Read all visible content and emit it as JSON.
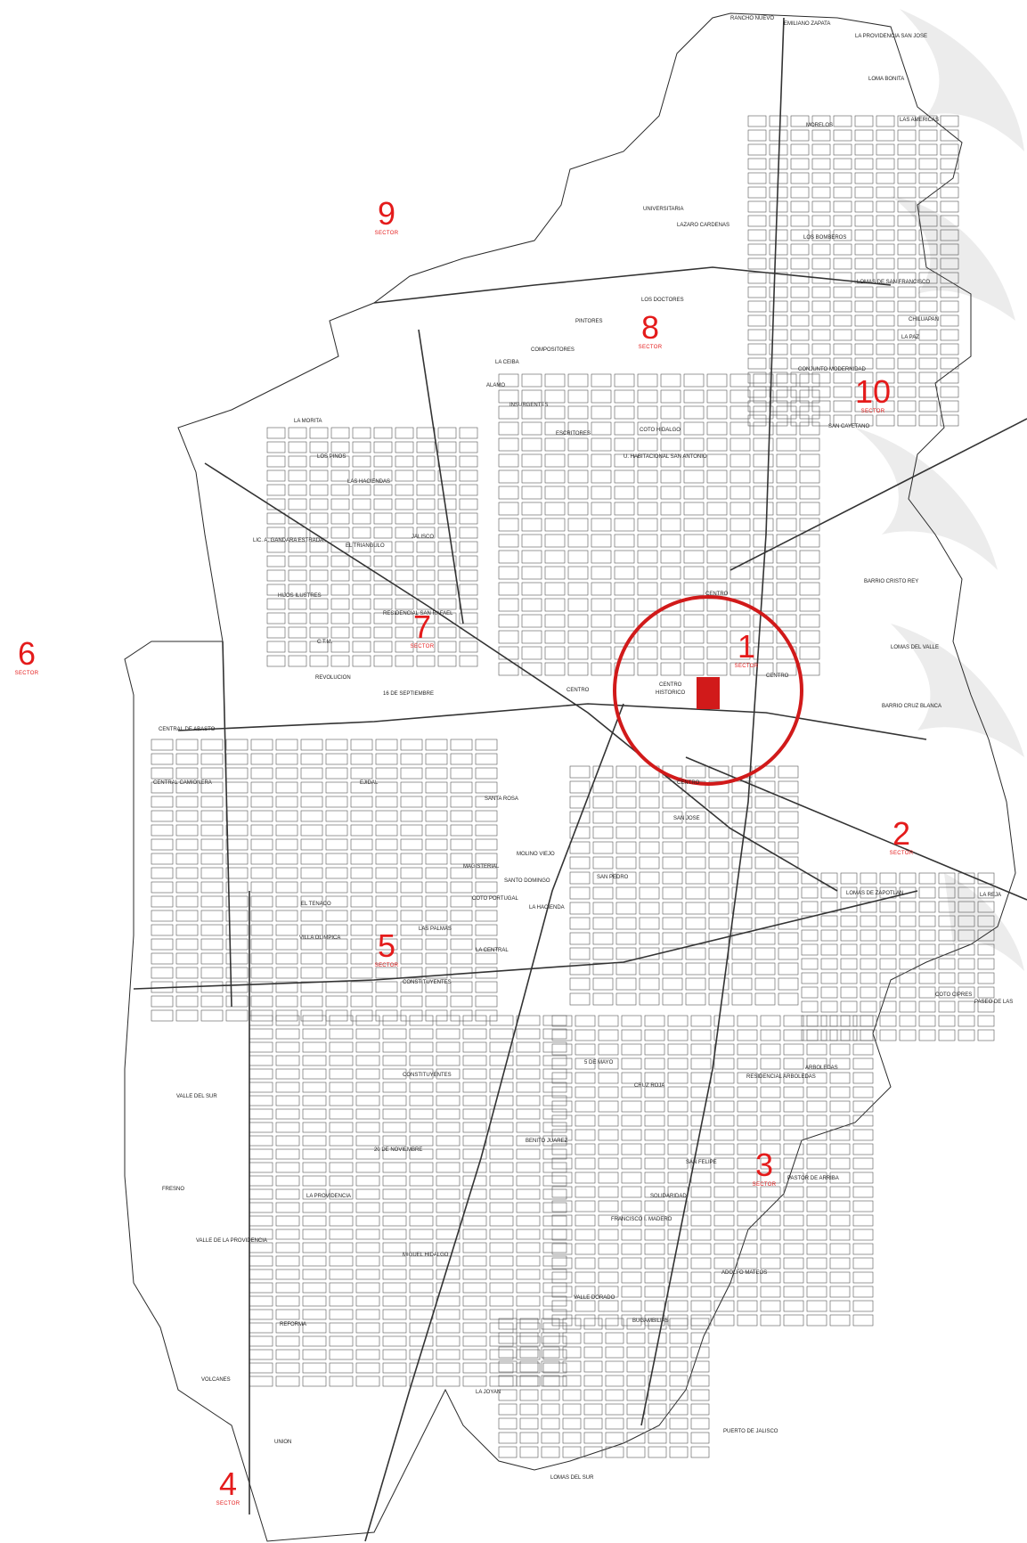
{
  "sectors": [
    {
      "id": "1",
      "label": "SECTOR"
    },
    {
      "id": "2",
      "label": "SECTOR"
    },
    {
      "id": "3",
      "label": "SECTOR"
    },
    {
      "id": "4",
      "label": "SECTOR"
    },
    {
      "id": "5",
      "label": "SECTOR"
    },
    {
      "id": "6",
      "label": "SECTOR"
    },
    {
      "id": "7",
      "label": "SECTOR"
    },
    {
      "id": "8",
      "label": "SECTOR"
    },
    {
      "id": "9",
      "label": "SECTOR"
    },
    {
      "id": "10",
      "label": "SECTOR"
    }
  ],
  "neighborhoods": {
    "centro_historico_1": "CENTRO",
    "centro_historico_2": "HISTORICO",
    "centro_n": "CENTRO",
    "centro_e": "CENTRO",
    "centro_s": "CENTRO",
    "centro_w": "CENTRO",
    "rancho_nuevo": "RANCHO NUEVO",
    "emiliano_zapata": "EMILIANO ZAPATA",
    "la_providencia_san_jose": "LA PROVIDENCIA SAN JOSE",
    "morelos": "MORELOS",
    "las_americas": "LAS AMERICAS",
    "loma_bonita": "LOMA BONITA",
    "lazaro_cardenas": "LAZARO CARDENAS",
    "universitaria": "UNIVERSITARIA",
    "los_bomberos": "LOS BOMBEROS",
    "lomas_san_francisco": "LOMAS DE SAN FRANCISCO",
    "la_paz": "LA PAZ",
    "chiluapan": "CHILUAPAN",
    "los_doctores": "LOS DOCTORES",
    "pintores": "PINTORES",
    "compositores": "COMPOSITORES",
    "la_ceiba": "LA CEIBA",
    "alamo": "ALAMO",
    "insurgentes": "INSURGENTES",
    "escritores": "ESCRITORES",
    "cd_hidalgo": "COTO HIDALGO",
    "u_hab_san_antonio": "U. HABITACIONAL SAN ANTONIO",
    "san_cayetano": "SAN CAYETANO",
    "conjunto_modernidad": "CONJUNTO MODERNIDAD",
    "la_morita": "LA MORITA",
    "los_pinos": "LOS PINOS",
    "las_haciendas": "LAS HACIENDAS",
    "el_triangulo": "EL TRIANGULO",
    "jalisco": "JALISCO",
    "gandara": "LIC. A. GANDARA ESTRADA",
    "hijos_ilustres": "HIJOS ILUSTRES",
    "residencial_san_rafael": "RESIDENCIAL SAN RAFAEL",
    "ctm": "C.T.M.",
    "revolucion": "REVOLUCION",
    "16_septiembre": "16 DE SEPTIEMBRE",
    "central_abasto": "CENTRAL DE ABASTO",
    "central_camionera": "CENTRAL CAMIONERA",
    "ejidal": "EJIDAL",
    "santa_rosa": "SANTA ROSA",
    "molino_viejo": "MOLINO VIEJO",
    "magisterial": "MAGISTERIAL",
    "santo_domingo": "SANTO DOMINGO",
    "coto_portugal": "COTO PORTUGAL",
    "la_hacienda": "LA HACIENDA",
    "la_central": "LA CENTRAL",
    "el_tenaco": "EL TENACO",
    "villa_olimpica": "VILLA OLIMPICA",
    "las_palmas": "LAS PALMAS",
    "constituyentes_1": "CONSTITUYENTES",
    "constituyentes_2": "CONSTITUYENTES",
    "valle_del_sur": "VALLE DEL SUR",
    "fresno": "FRESNO",
    "valle_providencia": "VALLE DE LA PROVIDENCIA",
    "la_providencia": "LA PROVIDENCIA",
    "reforma": "REFORMA",
    "volcanes": "VOLCANES",
    "union": "UNION",
    "20_noviembre": "20 DE NOVIEMBRE",
    "miguel_hidalgo": "MIGUEL HIDALGO",
    "benito_juarez": "BENITO JUAREZ",
    "5_mayo": "5 DE MAYO",
    "cruz_roja": "CRUZ ROJA",
    "san_felipe": "SAN FELIPE",
    "solidaridad": "SOLIDARIDAD",
    "francisco_madero": "FRANCISCO I. MADERO",
    "valle_dorado": "VALLE DORADO",
    "bugambilias": "BUGAMBILIAS",
    "la_joyan": "LA JOYAN",
    "lomas_del_sur": "LOMAS DEL SUR",
    "pastor_arriba": "PASTOR DE ARRIBA",
    "arboledas": "ARBOLEDAS",
    "residencial_arboledas": "RESIDENCIAL ARBOLEDAS",
    "coto_cipres": "COTO CIPRES",
    "paseo_lagos": "PASEO DE LAS",
    "lomas_zapotlan": "LOMAS DE ZAPOTLAN",
    "barrio_cristo_rey": "BARRIO CRISTO REY",
    "lomas_del_valle": "LOMAS DEL VALLE",
    "barrio_cruz_blanca": "BARRIO CRUZ BLANCA",
    "san_jose": "SAN JOSE",
    "san_pedro": "SAN PEDRO",
    "la_reja": "LA REJA",
    "aloe_de_mateos": "ADOLFO MATEOS",
    "puerto_jalisco": "PUERTO DE JALISCO"
  }
}
